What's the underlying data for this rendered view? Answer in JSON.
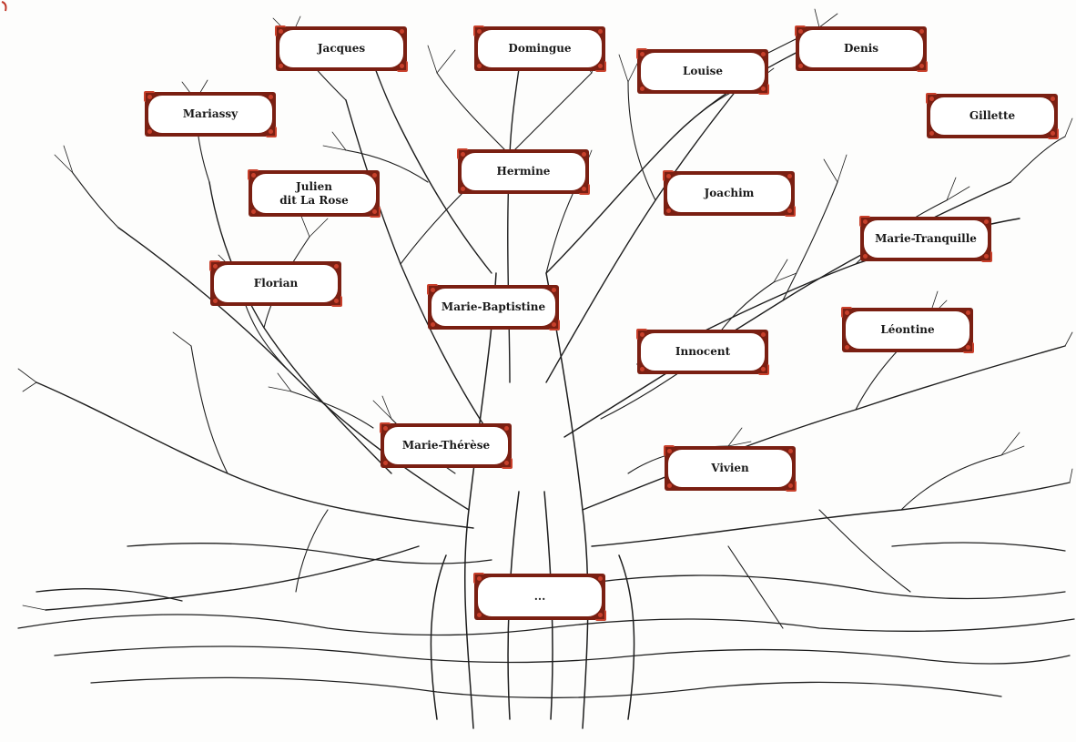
{
  "family_tree": {
    "people": [
      {
        "id": "jacques",
        "text": "Jacques"
      },
      {
        "id": "domingue",
        "text": "Domingue"
      },
      {
        "id": "louise",
        "text": "Louise"
      },
      {
        "id": "denis",
        "text": "Denis"
      },
      {
        "id": "mariassy",
        "text": "Mariassy"
      },
      {
        "id": "gillette",
        "text": "Gillette"
      },
      {
        "id": "hermine",
        "text": "Hermine"
      },
      {
        "id": "julien",
        "text": "Julien\ndit La Rose"
      },
      {
        "id": "joachim",
        "text": "Joachim"
      },
      {
        "id": "marie-tranquille",
        "text": "Marie-Tranquille"
      },
      {
        "id": "florian",
        "text": "Florian"
      },
      {
        "id": "marie-baptistine",
        "text": "Marie-Baptistine"
      },
      {
        "id": "leontine",
        "text": "Léontine"
      },
      {
        "id": "innocent",
        "text": "Innocent"
      },
      {
        "id": "marie-therese",
        "text": "Marie-Thérèse"
      },
      {
        "id": "vivien",
        "text": "Vivien"
      },
      {
        "id": "root",
        "text": "..."
      }
    ]
  },
  "colors": {
    "frame": "#7a1f12",
    "frame_accent": "#c8402b",
    "ink": "#1e1e1e"
  }
}
